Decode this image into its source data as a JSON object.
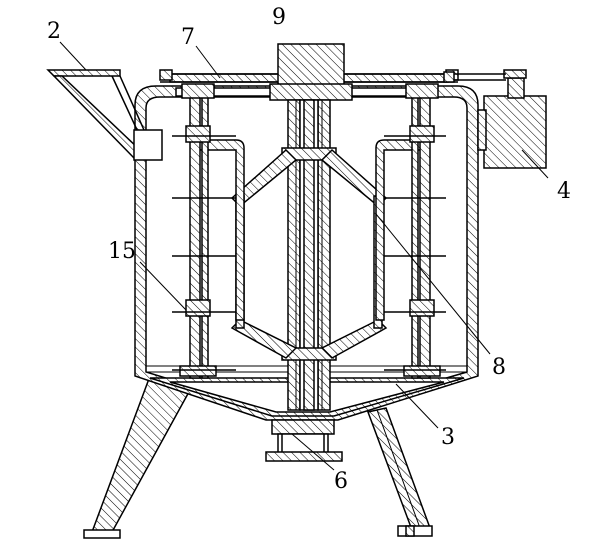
{
  "labels": {
    "n2": "2",
    "n7": "7",
    "n9": "9",
    "n4": "4",
    "n15": "15",
    "n8": "8",
    "n3": "3",
    "n6": "6"
  }
}
